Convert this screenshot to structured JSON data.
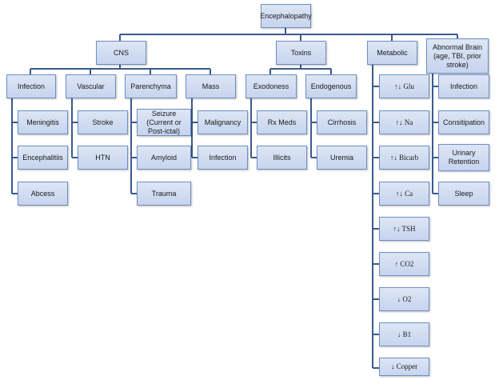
{
  "root": "Encephalopathy",
  "categories": [
    {
      "label": "CNS",
      "groups": [
        {
          "label": "Infection",
          "items": [
            "Meningitis",
            "Encephalitiis",
            "Abcess"
          ]
        },
        {
          "label": "Vascular",
          "items": [
            "Stroke",
            "HTN"
          ]
        },
        {
          "label": "Parenchyma",
          "items": [
            "Seizure (Current or Post-ictal)",
            "Amyloid",
            "Trauma"
          ]
        },
        {
          "label": "Mass",
          "items": [
            "Malignancy",
            "Infection"
          ]
        }
      ]
    },
    {
      "label": "Toxins",
      "groups": [
        {
          "label": "Exodoness",
          "items": [
            "Rx Meds",
            "Illicits"
          ]
        },
        {
          "label": "Endogenous",
          "items": [
            "Cirrhosis",
            "Uremia"
          ]
        }
      ]
    },
    {
      "label": "Metabolic",
      "items": [
        "↑↓ Glu",
        "↑↓ Na",
        "↑↓ Bicarb",
        "↑↓ Ca",
        "↑↓ TSH",
        "↑ CO2",
        "↓ O2",
        "↓ B1",
        "↓ Copper"
      ]
    },
    {
      "label": "Abnormal Brain (age, TBI, prior stroke)",
      "items": [
        "Infection",
        "Consitipation",
        "Urinary Retention",
        "Sleep"
      ]
    }
  ],
  "colors": {
    "box_fill_top": "#dde6f5",
    "box_fill_bottom": "#c6d4ee",
    "box_border": "#6f8ec4",
    "connector": "#3b5a8e"
  }
}
